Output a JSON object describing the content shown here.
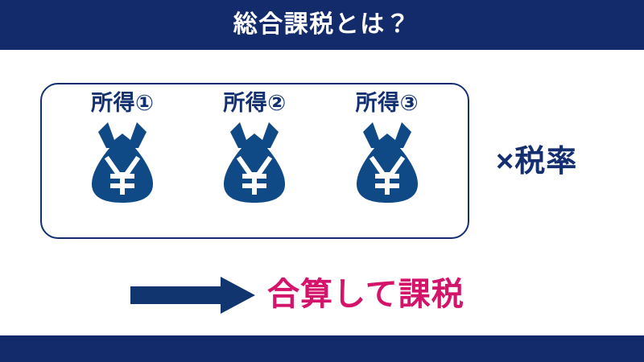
{
  "header": {
    "title": "総合課税とは？",
    "background_color": "#132a6b",
    "text_color": "#ffffff"
  },
  "footer": {
    "background_color": "#132a6b"
  },
  "income_box": {
    "border_color": "#12306f",
    "items": [
      {
        "label": "所得①",
        "icon": "money-bag-yen-icon"
      },
      {
        "label": "所得②",
        "icon": "money-bag-yen-icon"
      },
      {
        "label": "所得③",
        "icon": "money-bag-yen-icon"
      }
    ]
  },
  "tax_rate": {
    "label": "×税率",
    "color": "#152e70"
  },
  "arrow": {
    "icon": "arrow-right-icon",
    "color": "#11366f",
    "direction": "right"
  },
  "aggregate": {
    "label": "合算して課税",
    "color": "#d4146b"
  },
  "colors": {
    "navy": "#132a6b",
    "bag_blue": "#0f4a87",
    "magenta": "#d4146b",
    "background": "#ffffff"
  }
}
